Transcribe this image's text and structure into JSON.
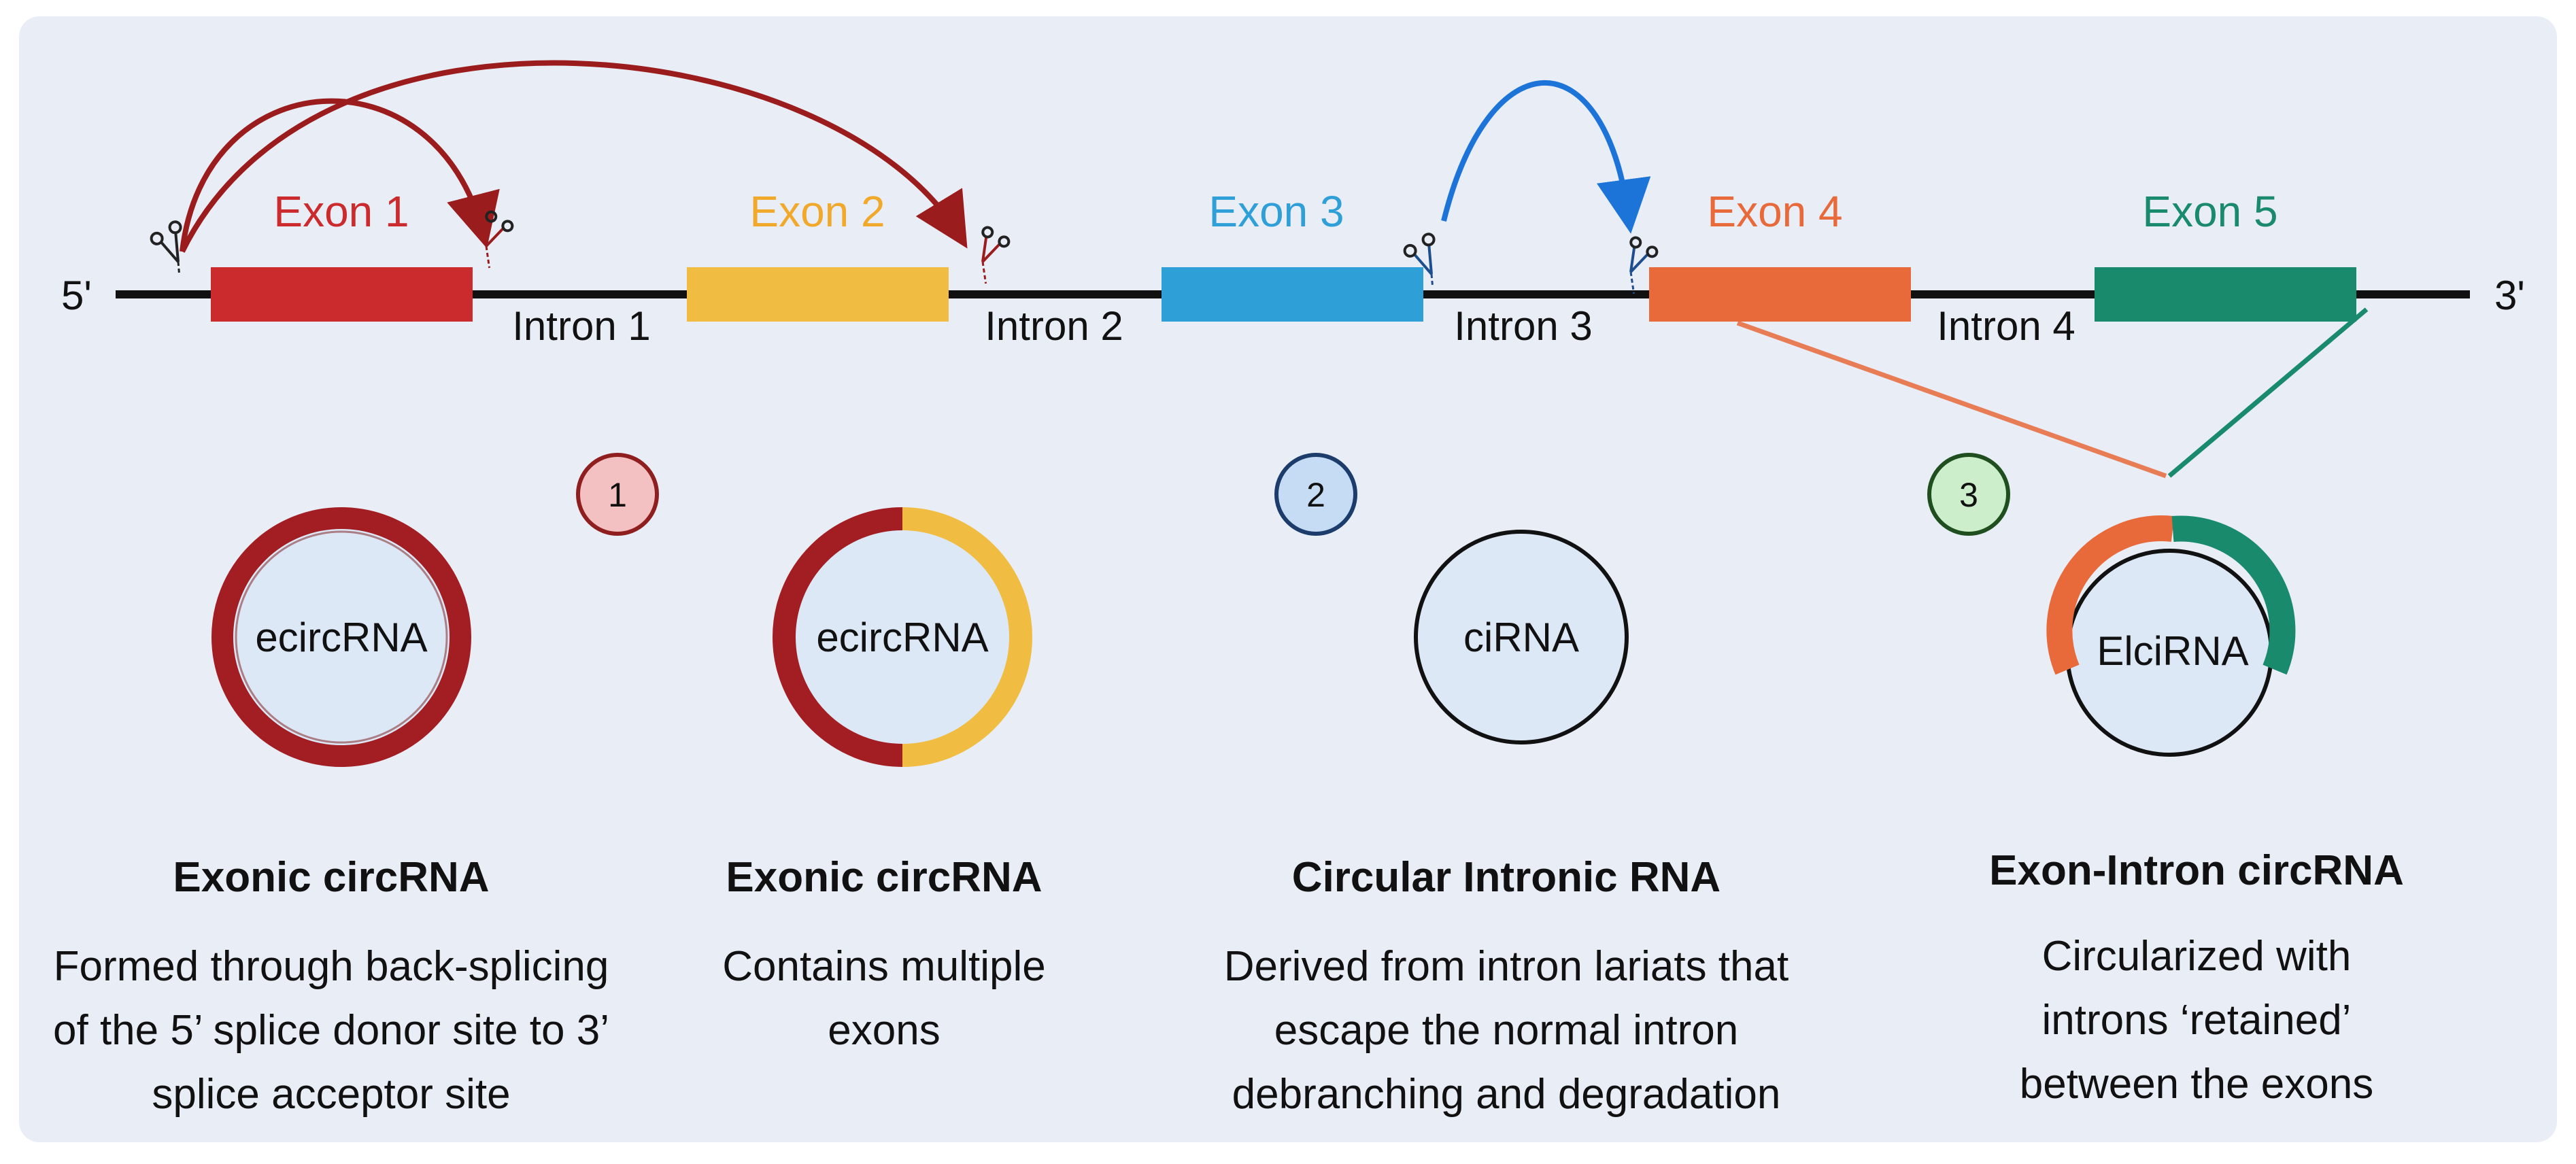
{
  "strand": {
    "five_prime": "5'",
    "three_prime": "3'"
  },
  "exons": [
    {
      "label": "Exon 1",
      "color": "#cc2b2d"
    },
    {
      "label": "Exon 2",
      "color": "#f0bd42"
    },
    {
      "label": "Exon 3",
      "color": "#2f9fd8"
    },
    {
      "label": "Exon 4",
      "color": "#e8693a"
    },
    {
      "label": "Exon 5",
      "color": "#1a8a6c"
    }
  ],
  "introns": [
    "Intron 1",
    "Intron 2",
    "Intron 3",
    "Intron 4"
  ],
  "types": [
    {
      "number": "1",
      "number_color": "#f3c1c1",
      "circle_label": "ecircRNA",
      "title": "Exonic circRNA",
      "description": [
        "Formed through back-splicing",
        "of the 5’ splice donor site to 3’",
        "splice acceptor site"
      ]
    },
    {
      "circle_label": "ecircRNA",
      "title": "Exonic circRNA",
      "description": [
        "Contains multiple",
        "exons"
      ]
    },
    {
      "number": "2",
      "number_color": "#c6dcf4",
      "circle_label": "ciRNA",
      "title": "Circular Intronic RNA",
      "description": [
        "Derived from intron lariats that",
        "escape the normal intron",
        "debranching and degradation"
      ]
    },
    {
      "number": "3",
      "number_color": "#cdeecb",
      "circle_label": "ElciRNA",
      "title": "Exon-Intron circRNA",
      "description": [
        "Circularized with",
        "introns ‘retained’",
        "between the exons"
      ]
    }
  ],
  "colors": {
    "background": "#e9edf6",
    "backsplice_arrow": "#9b1c1c",
    "lariat_arrow": "#1d74d8",
    "circle_fill": "#dde8f6",
    "strand": "#111111"
  }
}
